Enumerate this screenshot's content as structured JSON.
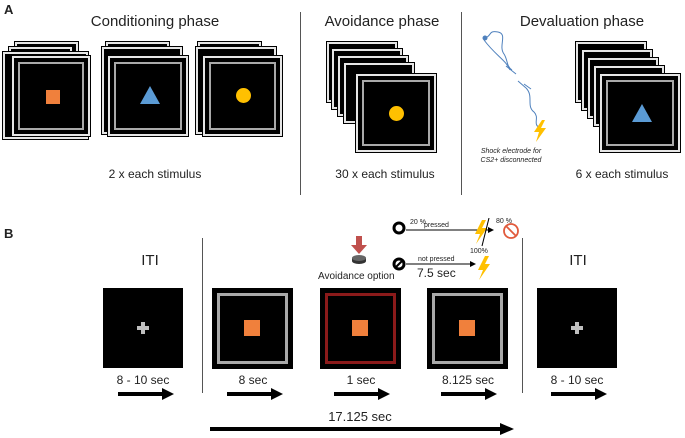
{
  "panel_a": {
    "letter": "A",
    "phases": [
      {
        "title": "Conditioning phase",
        "caption": "2 x each stimulus"
      },
      {
        "title": "Avoidance phase",
        "caption": "30 x each stimulus"
      },
      {
        "title": "Devaluation phase",
        "caption": "6 x each stimulus"
      }
    ],
    "electrode_note_line1": "Shock electrode for",
    "electrode_note_line2": "CS2+ disconnected"
  },
  "panel_b": {
    "letter": "B",
    "iti_label": "ITI",
    "avoidance_option": "Avoidance option",
    "pressed": "pressed",
    "not_pressed": "not pressed",
    "pct_20": "20 %",
    "pct_80": "80 %",
    "pct_100": "100%",
    "shock_delay": "7.5 sec",
    "durations": [
      "8 - 10 sec",
      "8 sec",
      "1 sec",
      "8.125 sec",
      "8 - 10 sec"
    ],
    "total_duration": "17.125 sec"
  },
  "colors": {
    "orange": "#f0803c",
    "blue": "#5b9bd5",
    "yellow": "#ffc000",
    "red_frame": "#8b1a1a",
    "electrode": "#4f81bd"
  }
}
